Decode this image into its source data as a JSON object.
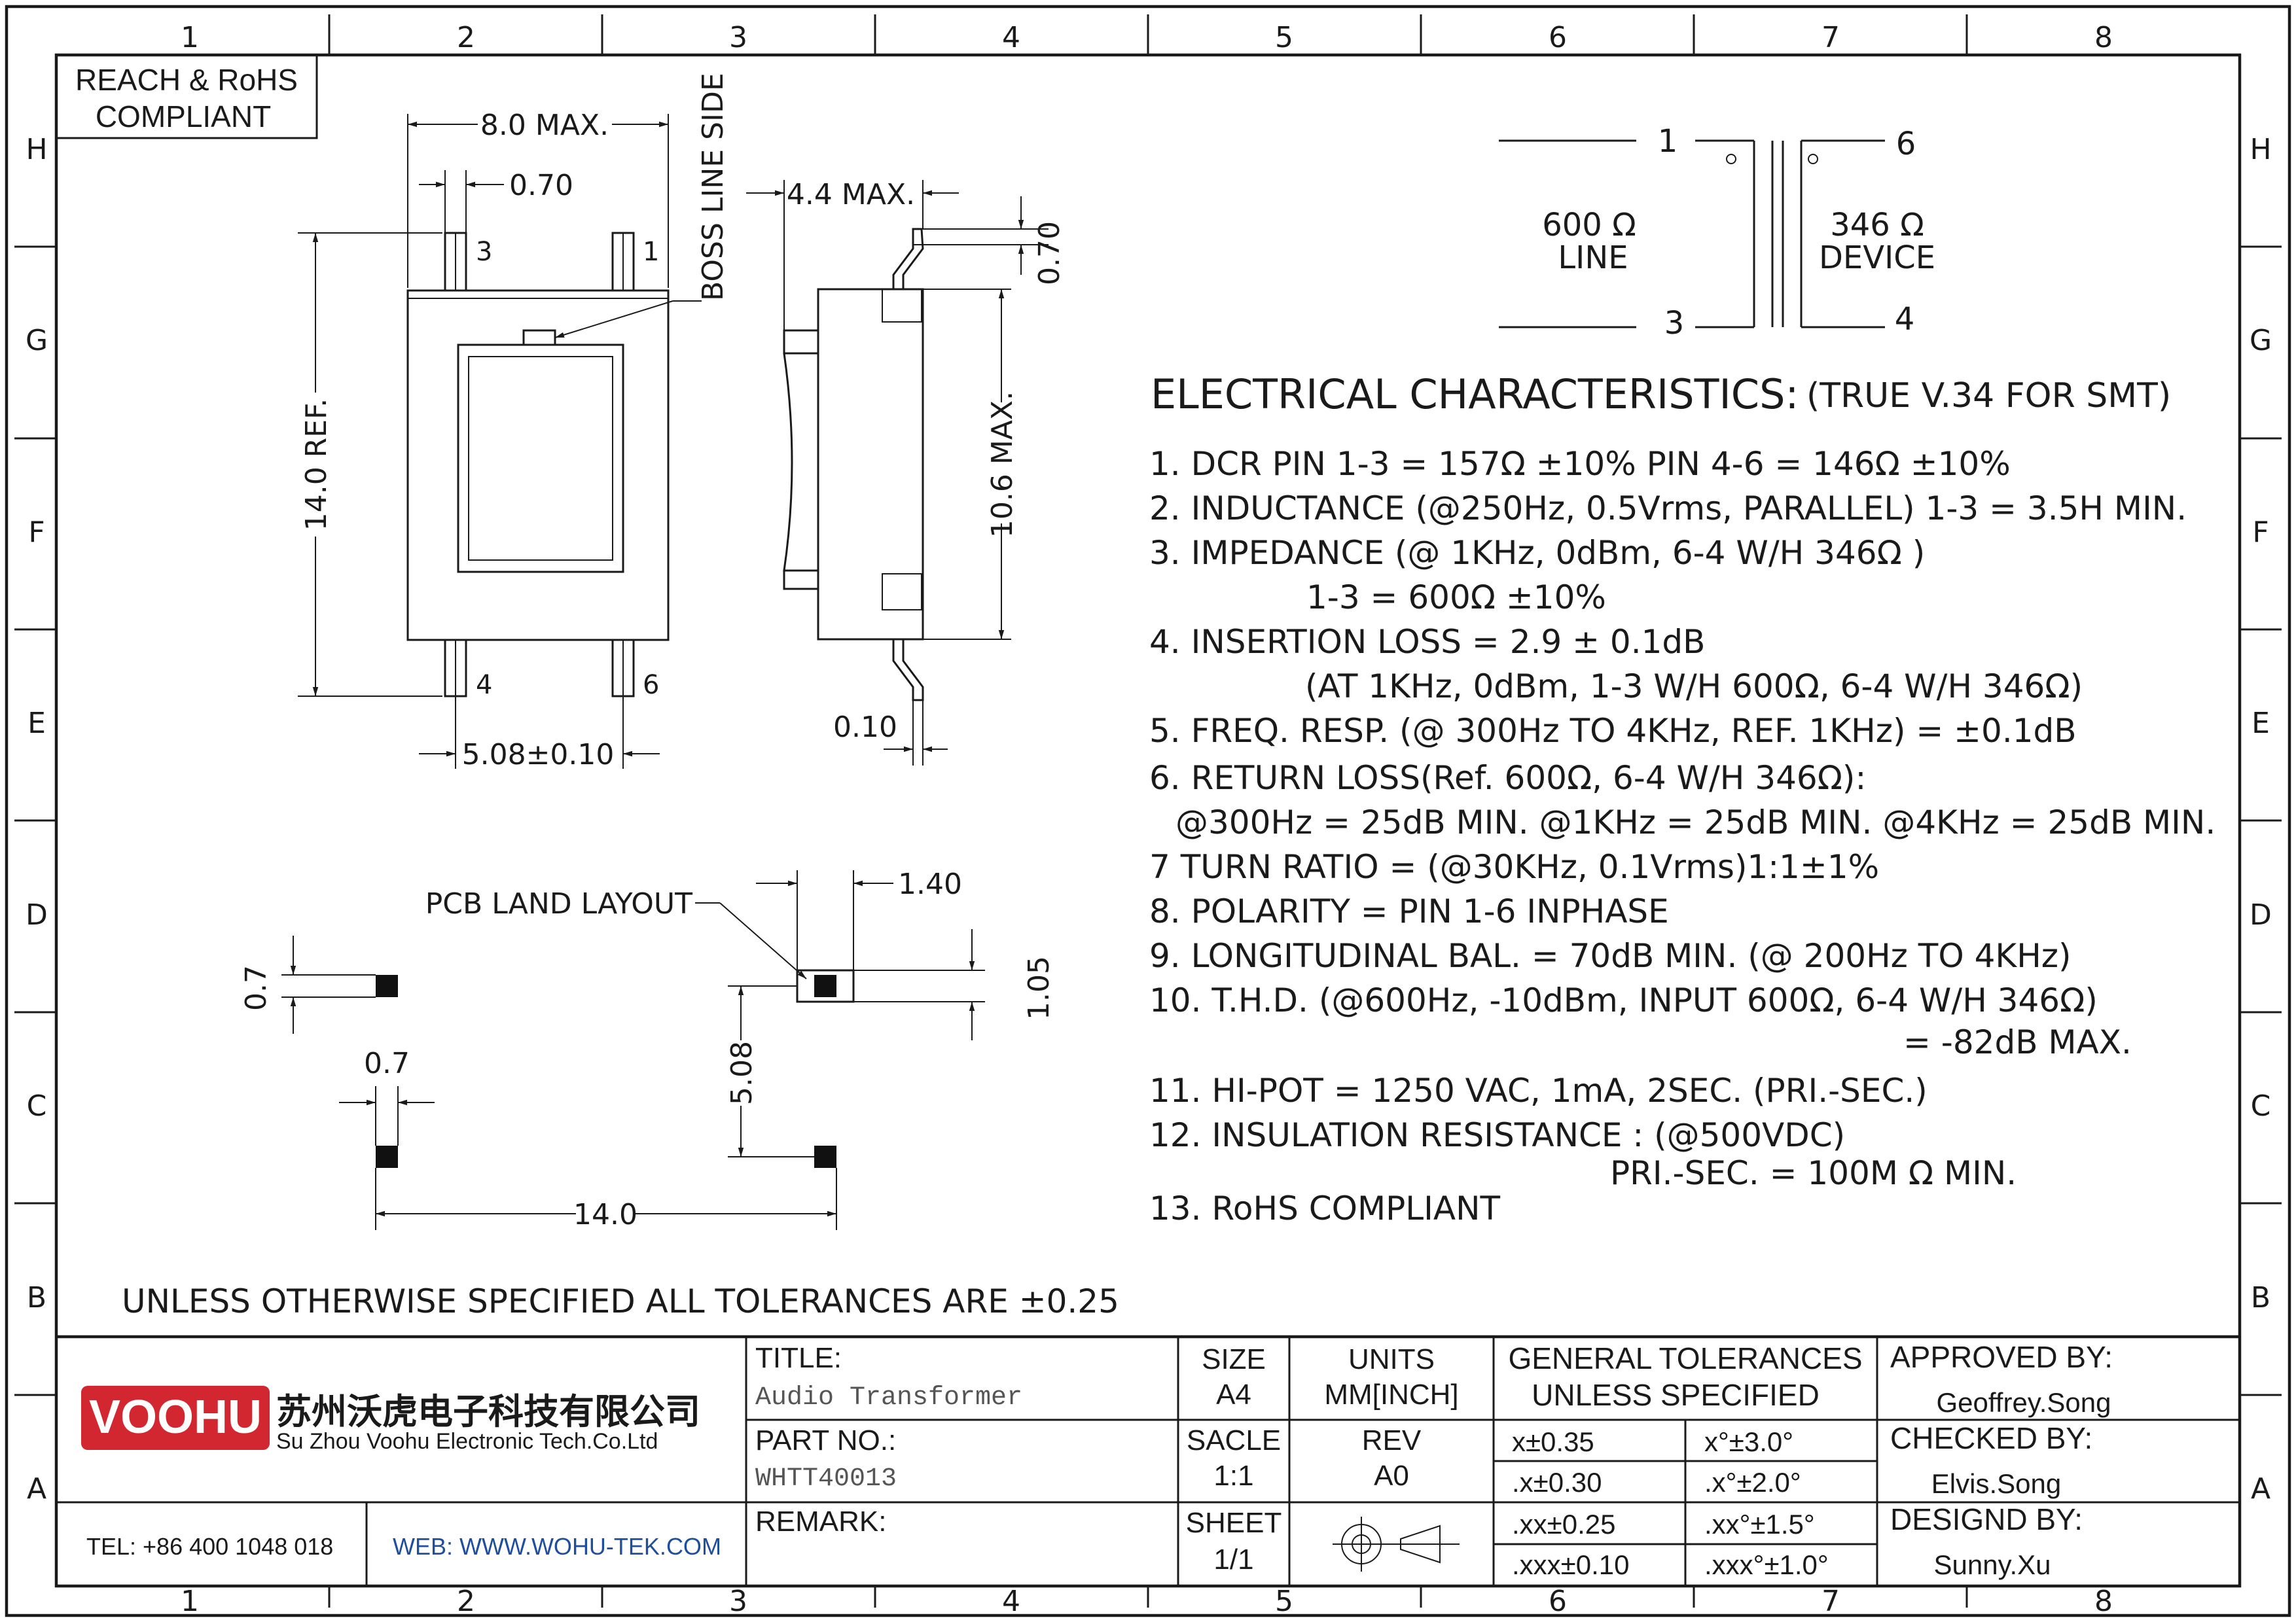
{
  "border": {
    "columns": [
      "1",
      "2",
      "3",
      "4",
      "5",
      "6",
      "7",
      "8"
    ],
    "rows": [
      "H",
      "G",
      "F",
      "E",
      "D",
      "C",
      "B",
      "A"
    ]
  },
  "compliance_box": [
    "REACH & RoHS",
    "COMPLIANT"
  ],
  "front_view": {
    "width": "8.0 MAX.",
    "pin_width": "0.70",
    "height": "14.0 REF.",
    "pitch": "5.08±0.10",
    "boss_label": "BOSS LINE SIDE",
    "pins": [
      "3",
      "1",
      "4",
      "6"
    ]
  },
  "side_view": {
    "depth": "4.4 MAX.",
    "lead": "0.70",
    "height": "10.6 MAX.",
    "thickness": "0.10"
  },
  "pcb_layout": {
    "label": "PCB LAND LAYOUT",
    "pad_spacing": "1.40",
    "pad_height": "1.05",
    "pad_side_v": "0.7",
    "pad_side_h": "0.7",
    "pitch_v": "5.08",
    "pitch_h": "14.0"
  },
  "schematic": {
    "pins": [
      "1",
      "6",
      "3",
      "4"
    ],
    "line": [
      "600 Ω",
      "LINE"
    ],
    "device": [
      "346 Ω",
      "DEVICE"
    ]
  },
  "electrical": {
    "heading": "ELECTRICAL CHARACTERISTICS:",
    "heading_note": "(TRUE V.34 FOR SMT)",
    "lines": [
      "1. DCR PIN 1-3 = 157Ω ±10% PIN 4-6 = 146Ω ±10%",
      "2. INDUCTANCE (@250Hz, 0.5Vrms, PARALLEL) 1-3 = 3.5H MIN.",
      "3. IMPEDANCE (@ 1KHz, 0dBm, 6-4 W/H 346Ω )",
      "1-3 = 600Ω ±10%",
      "4. INSERTION LOSS = 2.9 ± 0.1dB",
      "(AT 1KHz, 0dBm, 1-3 W/H 600Ω, 6-4 W/H 346Ω)",
      "5. FREQ. RESP. (@ 300Hz TO 4KHz, REF. 1KHz) = ±0.1dB",
      "6. RETURN LOSS(Ref. 600Ω, 6-4 W/H 346Ω):",
      "@300Hz = 25dB MIN. @1KHz = 25dB MIN. @4KHz = 25dB MIN.",
      "7 TURN RATIO = (@30KHz, 0.1Vrms)1:1±1%",
      "8. POLARITY = PIN 1-6 INPHASE",
      "9. LONGITUDINAL BAL. = 70dB MIN. (@ 200Hz TO 4KHz)",
      "10. T.H.D. (@600Hz, -10dBm, INPUT 600Ω, 6-4 W/H 346Ω)",
      "= -82dB MAX.",
      "11. HI-POT = 1250 VAC, 1mA, 2SEC. (PRI.-SEC.)",
      "12. INSULATION RESISTANCE : (@500VDC)",
      "PRI.-SEC. = 100M Ω MIN.",
      "13. RoHS COMPLIANT"
    ]
  },
  "tolerance_note": "UNLESS OTHERWISE SPECIFIED ALL TOLERANCES ARE ±0.25",
  "title_block": {
    "logo": "VOOHU",
    "company_cn": "苏州沃虎电子科技有限公司",
    "company_en": "Su Zhou Voohu Electronic Tech.Co.Ltd",
    "tel": "TEL: +86 400 1048 018",
    "web": "WEB: WWW.WOHU-TEK.COM",
    "title_label": "TITLE:",
    "title_value": "Audio Transformer",
    "part_label": "PART NO.:",
    "part_value": "WHTT40013",
    "remark_label": "REMARK:",
    "size_label": "SIZE",
    "size_value": "A4",
    "units_label": "UNITS",
    "units_value": "MM[INCH]",
    "scale_label": "SACLE",
    "scale_value": "1:1",
    "rev_label": "REV",
    "rev_value": "A0",
    "sheet_label": "SHEET",
    "sheet_value": "1/1",
    "gt_label1": "GENERAL TOLERANCES",
    "gt_label2": "UNLESS SPECIFIED",
    "tolerances": [
      [
        "x±0.35",
        "x°±3.0°"
      ],
      [
        ".x±0.30",
        ".x°±2.0°"
      ],
      [
        ".xx±0.25",
        ".xx°±1.5°"
      ],
      [
        ".xxx±0.10",
        ".xxx°±1.0°"
      ]
    ],
    "approved_label": "APPROVED BY:",
    "approved_value": "Geoffrey.Song",
    "checked_label": "CHECKED BY:",
    "checked_value": "Elvis.Song",
    "design_label": "DESIGND BY:",
    "design_value": "Sunny.Xu"
  },
  "colors": {
    "logo_red": "#d22630",
    "web_blue": "#1f4e9c",
    "ink": "#1a1a1a"
  }
}
